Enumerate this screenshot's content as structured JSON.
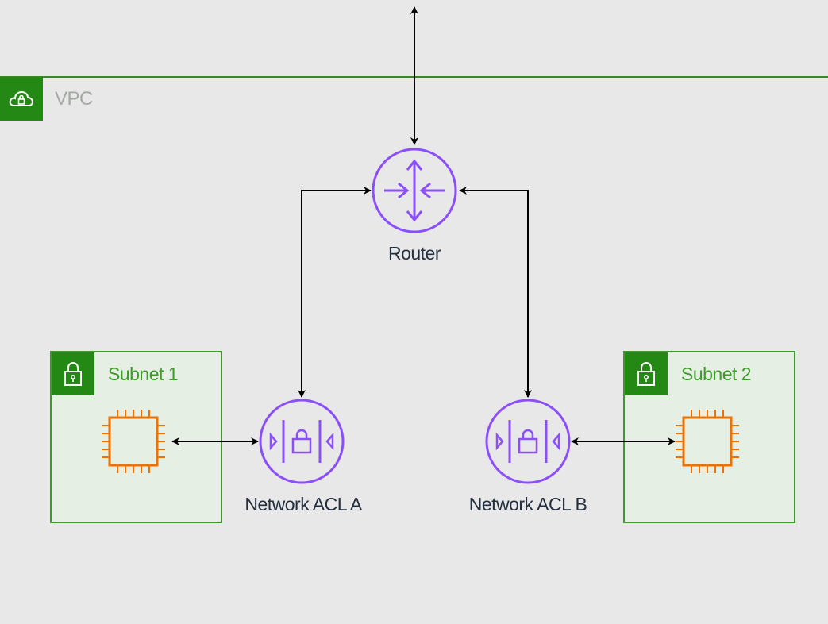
{
  "vpc": {
    "label": "VPC"
  },
  "router": {
    "label": "Router"
  },
  "acl_a": {
    "label": "Network ACL A"
  },
  "acl_b": {
    "label": "Network ACL B"
  },
  "subnet1": {
    "label": "Subnet 1"
  },
  "subnet2": {
    "label": "Subnet 2"
  },
  "colors": {
    "group_green": "#248814",
    "node_purple": "#8c4fff",
    "instance_orange": "#ed7100",
    "arrow": "#000000"
  },
  "icons": [
    "cloud-lock-icon",
    "lock-icon",
    "router-icon",
    "network-acl-icon",
    "ec2-instance-icon"
  ]
}
